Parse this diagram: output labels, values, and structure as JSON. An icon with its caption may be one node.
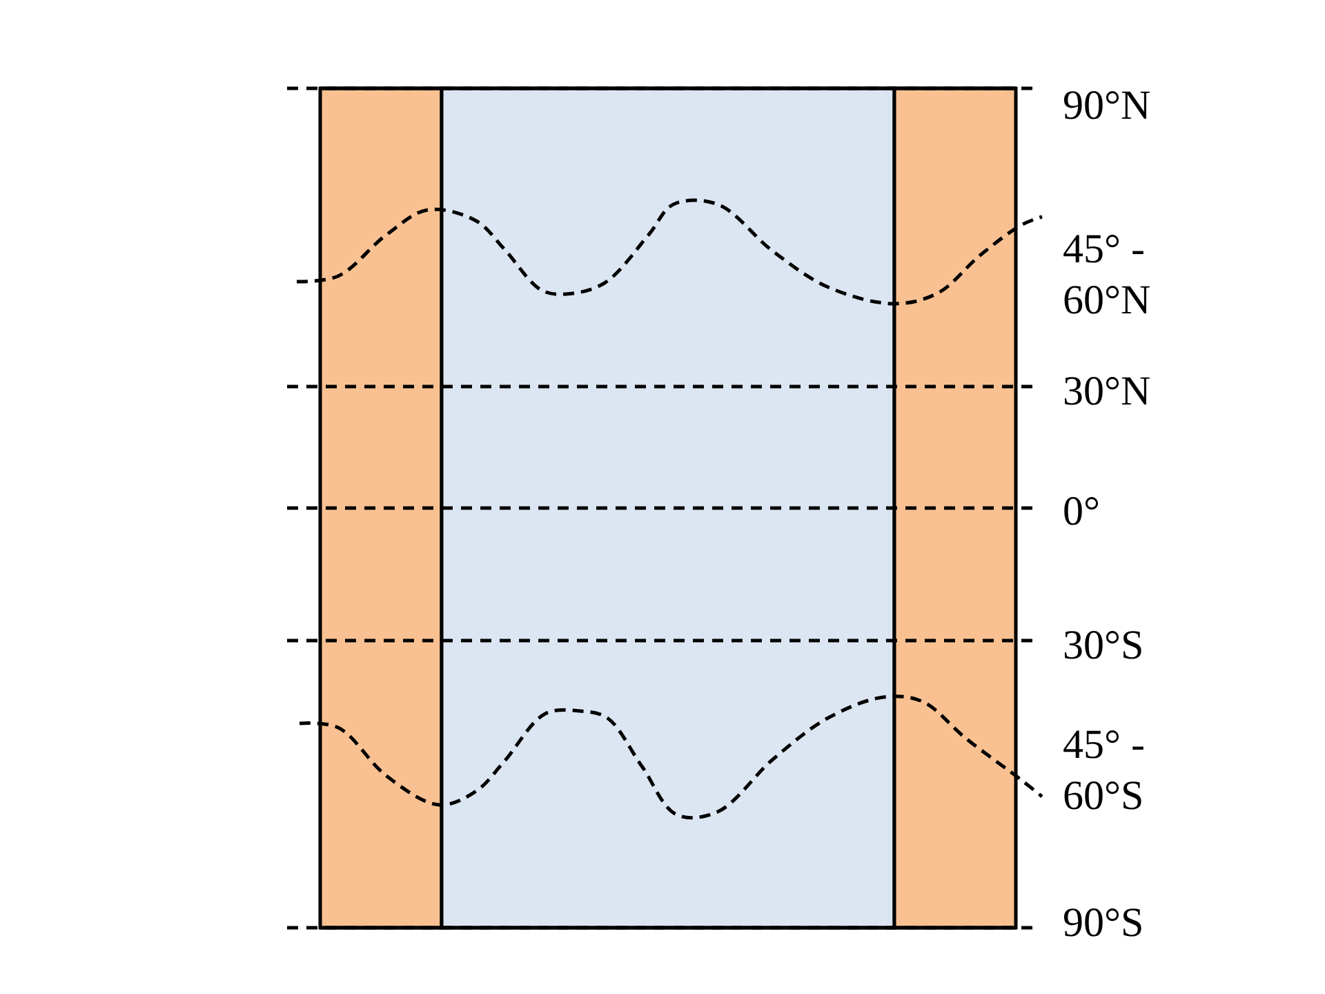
{
  "diagram": {
    "labels": [
      "90°N",
      "45° - 60°N",
      "30°N",
      "0°",
      "30°S",
      "45° - 60°S",
      "90°S"
    ]
  }
}
